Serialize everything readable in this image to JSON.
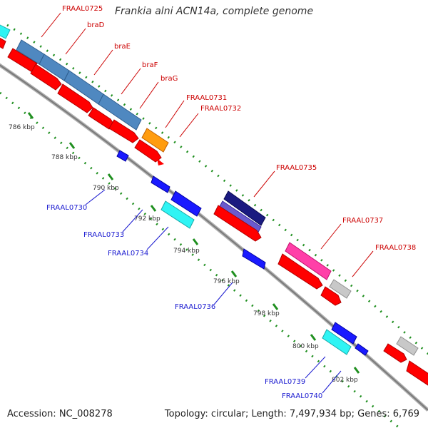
{
  "title": "Frankia alni ACN14a, complete genome",
  "footer": {
    "accession": "Accession: NC_008278",
    "topology": "Topology: circular; Length: 7,497,934 bp; Genes: 6,769"
  },
  "colors": {
    "forward": "#ff0000",
    "reverse": "#1a1aff",
    "steelblue": "#4f88c0",
    "orange": "#ff9c0f",
    "navy": "#1a1a80",
    "slateblue": "#6a5acd",
    "magenta": "#ff3fa8",
    "cyan": "#2ff4f4",
    "gray": "#c8c8c8",
    "tick": "#1f8f1f",
    "backbone": "#888888",
    "label_top": "#cc0000",
    "label_bottom": "#1a1ad0"
  },
  "ticks": [
    "786 kbp",
    "788 kbp",
    "790 kbp",
    "792 kbp",
    "794 kbp",
    "796 kbp",
    "798 kbp",
    "800 kbp",
    "802 kbp"
  ],
  "labels_top": [
    "FRAAL0725",
    "braD",
    "braE",
    "braF",
    "braG",
    "FRAAL0731",
    "FRAAL0732",
    "FRAAL0735",
    "FRAAL0737",
    "FRAAL0738"
  ],
  "labels_bottom": [
    "FRAAL0730",
    "FRAAL0733",
    "FRAAL0734",
    "FRAAL0736",
    "FRAAL0739",
    "FRAAL0740"
  ]
}
